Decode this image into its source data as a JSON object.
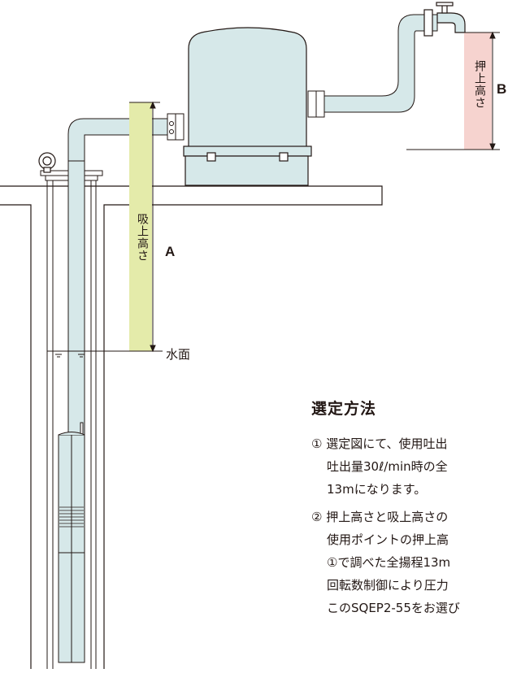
{
  "labels": {
    "suction_height": "吸上高さ",
    "discharge_height": "押上高さ",
    "marker_a": "A",
    "marker_b": "B",
    "water_surface": "水面"
  },
  "method": {
    "title": "選定方法",
    "step1_line1": "① 選定図にて、使用吐出",
    "step1_line2": "吐出量30ℓ/min時の全",
    "step1_line3": "13mになります。",
    "step2_line1": "② 押上高さと吸上高さの",
    "step2_line2": "使用ポイントの押上高",
    "step2_line3": "①で調べた全揚程13m",
    "step2_line4": "回転数制御により圧力",
    "step2_line5": "このSQEP2-55をお選び"
  },
  "colors": {
    "pipe_fill": "#d6e8e9",
    "pump_fill": "#d6e8e9",
    "outline": "#231815",
    "suction_band": "#e4ebaa",
    "discharge_band": "#f6d3cf"
  }
}
